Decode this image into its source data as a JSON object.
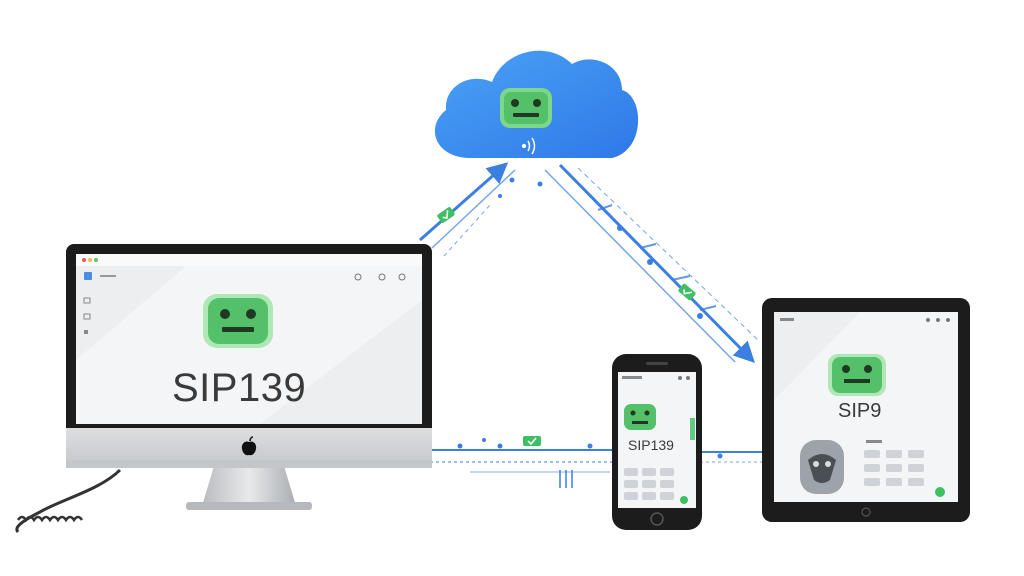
{
  "devices": {
    "imac": {
      "label": "SIP139"
    },
    "phone": {
      "label": "SIP139"
    },
    "tablet": {
      "label": "SIP9"
    }
  },
  "colors": {
    "cloud": "#3d8ff0",
    "robot": "#55c06a",
    "link": "#3b7fe0",
    "device_frame": "#1c1c1c",
    "screen": "#f4f5f6"
  },
  "icons": [
    "cloud-icon",
    "robot-icon",
    "wifi-icon",
    "check-badge-icon",
    "apple-logo-icon",
    "keypad-icon",
    "headset-icon",
    "coiled-cable"
  ]
}
